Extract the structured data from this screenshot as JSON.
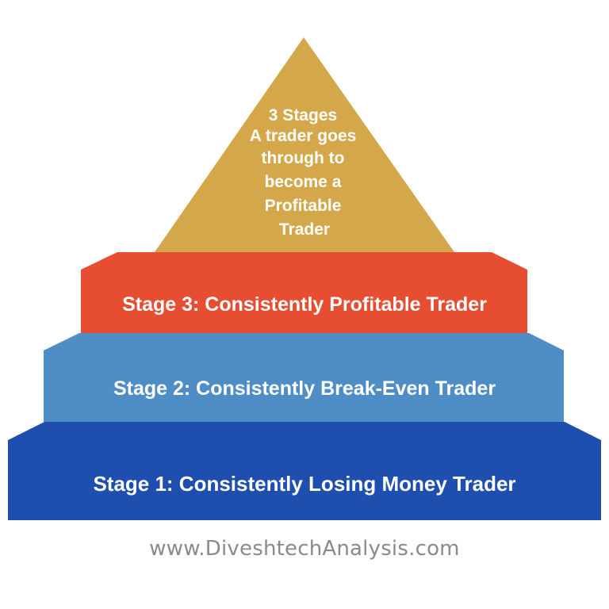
{
  "colors": {
    "apex": "#D4A84A",
    "stage3": "#E64D31",
    "stage2": "#4F8DC6",
    "stage1": "#1F4FAE",
    "label_text": "#FFFFFF",
    "website_text": "#8A8A8A"
  },
  "apex": {
    "lines": [
      "3 Stages",
      "A trader goes",
      "through to",
      "become a",
      "Profitable",
      "Trader"
    ]
  },
  "stages": [
    {
      "id": "stage3",
      "label": "Stage 3: Consistently Profitable Trader"
    },
    {
      "id": "stage2",
      "label": "Stage 2: Consistently Break-Even Trader"
    },
    {
      "id": "stage1",
      "label": "Stage 1: Consistently Losing Money Trader"
    }
  ],
  "footer": {
    "website": "www.DiveshtechAnalysis.com"
  }
}
